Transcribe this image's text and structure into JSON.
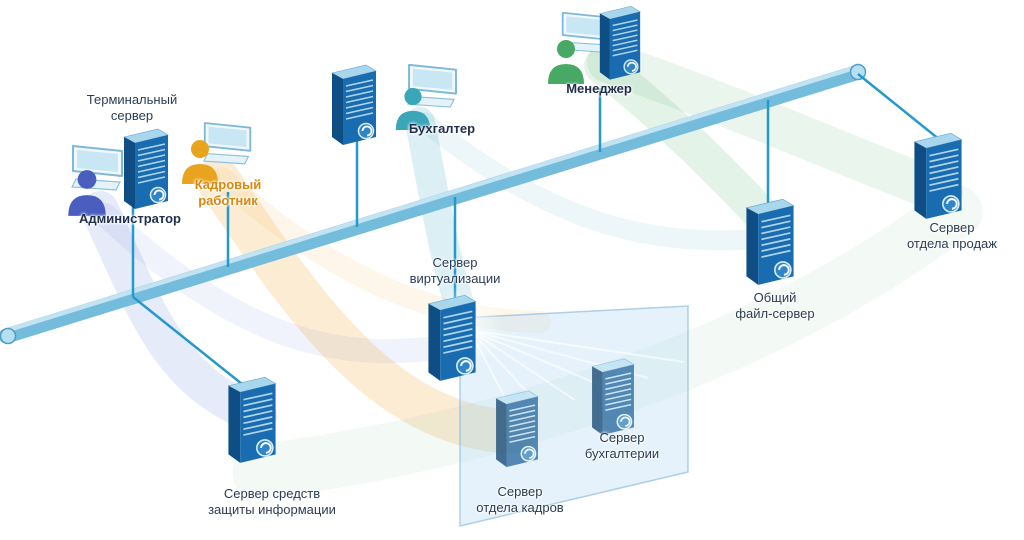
{
  "diagram": {
    "nodes": {
      "terminal_server": {
        "label": "Терминальный\nсервер"
      },
      "administrator": {
        "label": "Администратор",
        "color": "#4a5ec0"
      },
      "hr_worker": {
        "label": "Кадровый\nработник",
        "color": "#e8a41e",
        "label_color": "#d8880f"
      },
      "accountant": {
        "label": "Бухгалтер",
        "color": "#3aa6b8"
      },
      "manager": {
        "label": "Менеджер",
        "color": "#47a964"
      },
      "virtualization_server": {
        "label": "Сервер\nвиртуализации"
      },
      "file_server": {
        "label": "Общий\nфайл-сервер"
      },
      "sales_server": {
        "label": "Сервер\nотдела продаж"
      },
      "security_server": {
        "label": "Сервер средств\nзащиты информации"
      },
      "hr_server": {
        "label": "Сервер\nотдела кадров"
      },
      "accounting_server": {
        "label": "Сервер\nбухгалтерии"
      }
    },
    "colors": {
      "server_body": "#1a6cb0",
      "server_side": "#0e4e85",
      "server_top": "#a8d6ec",
      "bus": "#74bcdc",
      "connection_line": "#2499cc",
      "swoosh_green": "#6cbd7e",
      "swoosh_orange": "#f2a93c",
      "swoosh_blue": "#5a78d8",
      "swoosh_teal": "#4aaec8"
    }
  }
}
